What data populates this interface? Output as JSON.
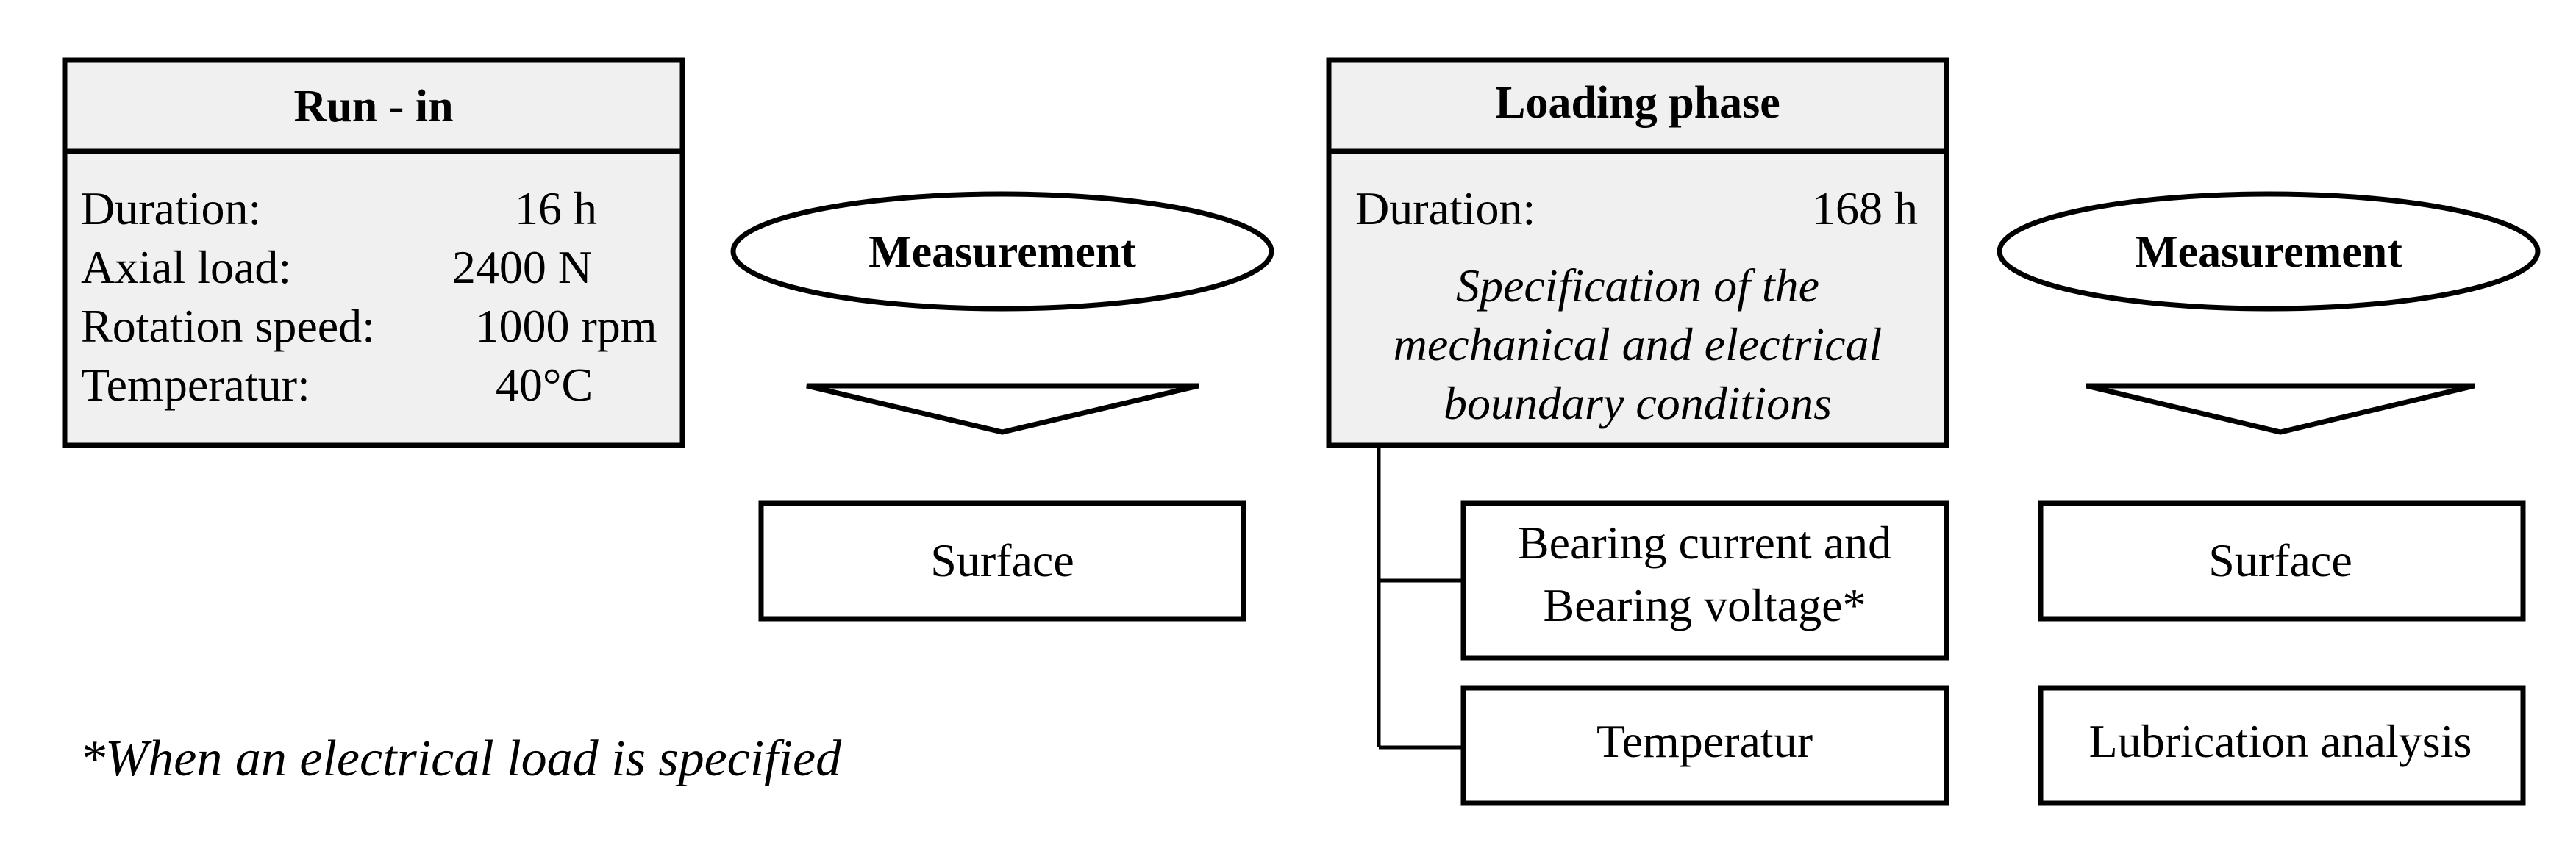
{
  "run_in": {
    "title": "Run - in",
    "rows": [
      {
        "label": "Duration:",
        "value": "16 h"
      },
      {
        "label": "Axial load:",
        "value": "2400 N"
      },
      {
        "label": "Rotation speed:",
        "value": "1000 rpm"
      },
      {
        "label": "Temperatur:",
        "value": "40°C"
      }
    ]
  },
  "measurement_1": {
    "label": "Measurement",
    "items": [
      "Surface"
    ]
  },
  "loading_phase": {
    "title": "Loading phase",
    "duration_label": "Duration:",
    "duration_value": "168 h",
    "spec_lines": [
      "Specification of the",
      "mechanical and electrical",
      "boundary conditions"
    ],
    "items": [
      {
        "lines": [
          "Bearing current and",
          "Bearing voltage*"
        ]
      },
      {
        "lines": [
          "Temperatur"
        ]
      }
    ]
  },
  "measurement_2": {
    "label": "Measurement",
    "items": [
      "Surface",
      "Lubrication analysis"
    ]
  },
  "footnote": "*When an electrical load is specified",
  "colors": {
    "box_fill": "#f0f0f0",
    "stroke": "#000000",
    "background": "#ffffff"
  }
}
